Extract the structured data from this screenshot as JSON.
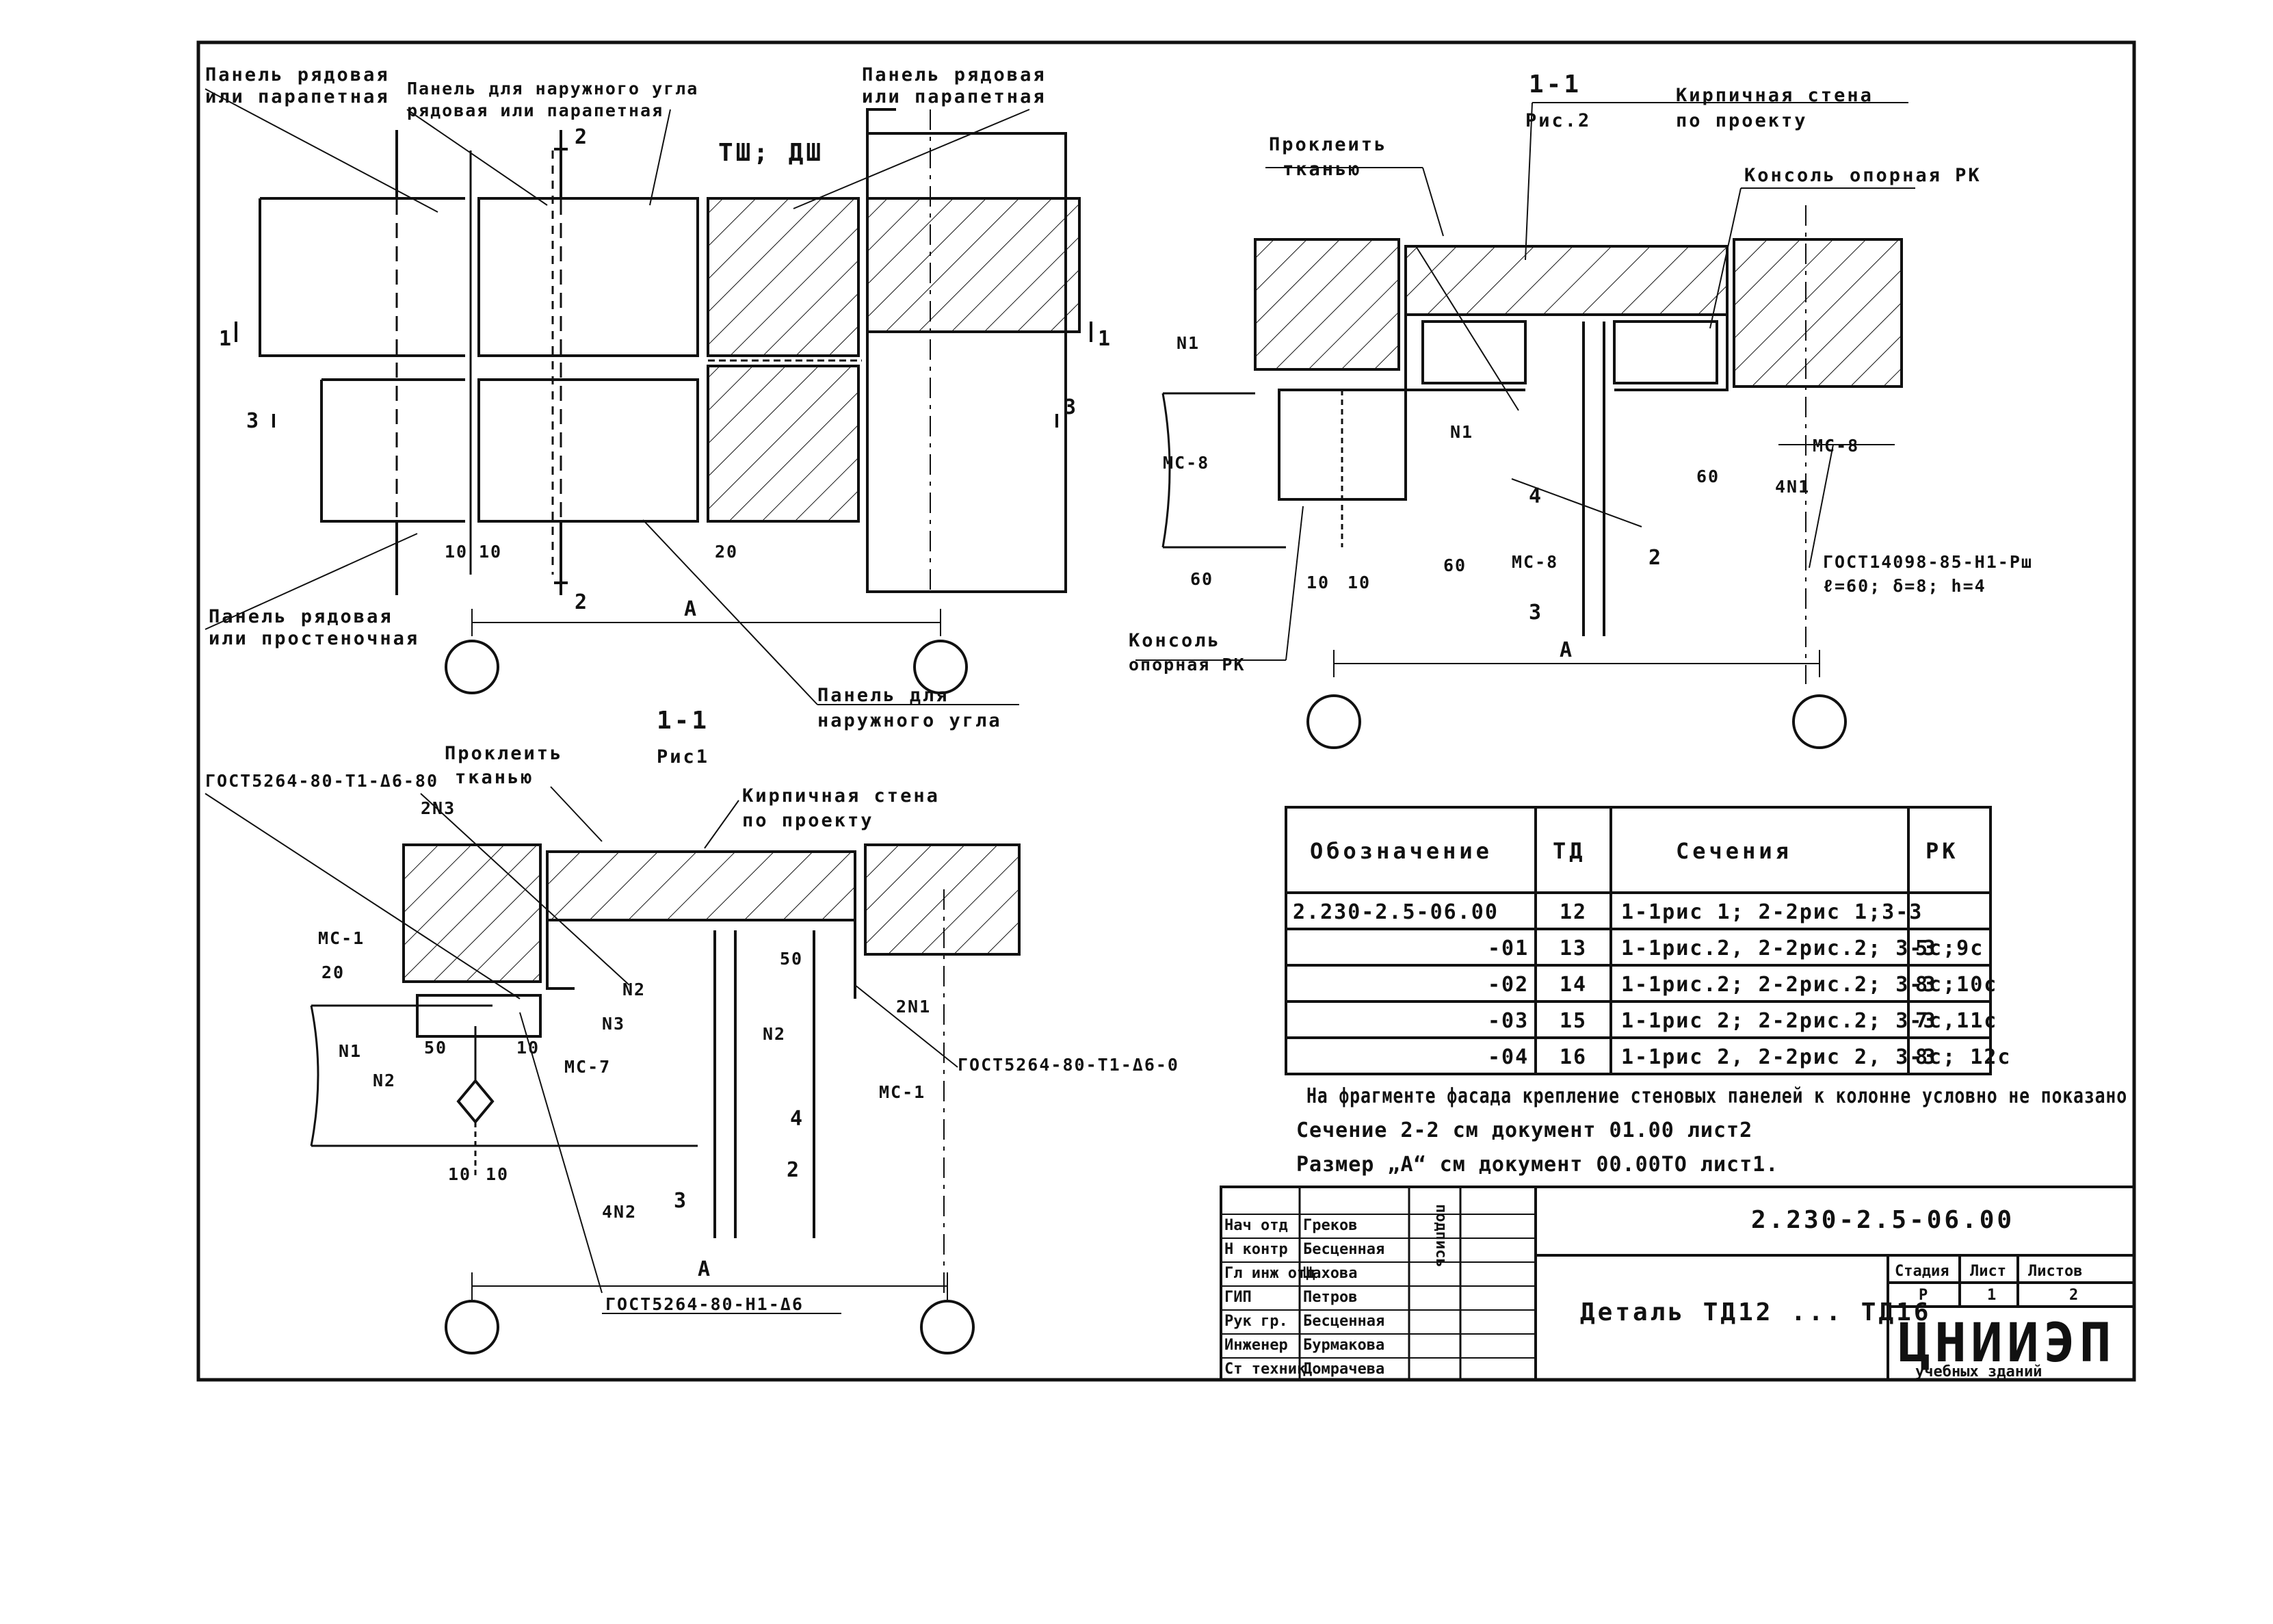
{
  "fig_top_left": {
    "label_panel_row_parapet_1": "Панель рядовая",
    "label_panel_row_parapet_2": "или парапетная",
    "label_panel_outer_corner_1": "Панель для наружного угла",
    "label_panel_outer_corner_2": "рядовая или парапетная",
    "label_panel_row_parapet_right_1": "Панель рядовая",
    "label_panel_row_parapet_right_2": "или парапетная",
    "label_tsh_dsh": "ТШ; ДШ",
    "label_panel_row_wall_1": "Панель рядовая",
    "label_panel_row_wall_2": "или простеночная",
    "label_panel_outer_corner_b_1": "Панель для",
    "label_panel_outer_corner_b_2": "наружного угла",
    "cut_1": "1",
    "cut_2": "2",
    "cut_3": "3",
    "dim_10a": "10",
    "dim_10b": "10",
    "dim_20": "20",
    "dim_A": "А"
  },
  "fig_top_right": {
    "section_title": "1-1",
    "section_sub": "Рис.2",
    "label_brick_wall_1": "Кирпичная стена",
    "label_brick_wall_2": "по проекту",
    "label_proklej_1": "Проклеить",
    "label_proklej_2": "тканью",
    "label_console_top": "Консоль опорная РК",
    "label_n1_left": "N1",
    "label_n1_mid": "N1",
    "label_mc8_left": "МС-8",
    "label_mc8_right": "МС-8",
    "label_mc8_bottom": "МС-8",
    "label_4n1": "4N1",
    "label_gost": "ГОСТ14098-85-Н1-Рш",
    "label_gost_params": "ℓ=60; δ=8; h=4",
    "label_60a": "60",
    "label_60b": "60",
    "label_60c": "60",
    "label_4": "4",
    "label_2": "2",
    "label_3": "3",
    "label_console_bottom_1": "Консоль",
    "label_console_bottom_2": "опорная РК",
    "dim_10a": "10",
    "dim_10b": "10",
    "dim_A": "А"
  },
  "fig_bottom_left": {
    "section_title": "1-1",
    "section_sub": "Рис1",
    "label_gost_top": "ГОСТ5264-80-Т1-Δ6-80",
    "label_2n3": "2N3",
    "label_proklej_1": "Проклеить",
    "label_proklej_2": "тканью",
    "label_brick_wall_1": "Кирпичная стена",
    "label_brick_wall_2": "по проекту",
    "label_mc1_left": "МС-1",
    "label_mc1_right": "МС-1",
    "label_mc7": "МС-7",
    "label_n1": "N1",
    "label_n2_left": "N2",
    "label_n2_mid": "N2",
    "label_n2_right": "N2",
    "label_n3": "N3",
    "label_2n1": "2N1",
    "label_4n2": "4N2",
    "label_gost_right": "ГОСТ5264-80-Т1-Δ6-0",
    "label_gost_bottom": "ГОСТ5264-80-Н1-Δ6",
    "label_20": "20",
    "label_50a": "50",
    "label_50b": "50",
    "label_10": "10",
    "label_4": "4",
    "label_2": "2",
    "label_3": "3",
    "dim_10a": "10",
    "dim_10b": "10",
    "dim_A": "А"
  },
  "table": {
    "headers": [
      "Обозначение",
      "ТД",
      "Сечения",
      "РК"
    ],
    "rows": [
      {
        "code": "2.230-2.5-06.00",
        "td": "12",
        "sections": "1-1рис 1; 2-2рис 1;3-3",
        "rk": ""
      },
      {
        "code": "-01",
        "td": "13",
        "sections": "1-1рис.2, 2-2рис.2; 3-3",
        "rk": "5с;9с"
      },
      {
        "code": "-02",
        "td": "14",
        "sections": "1-1рис.2; 2-2рис.2; 3-3",
        "rk": "8с;10с"
      },
      {
        "code": "-03",
        "td": "15",
        "sections": "1-1рис 2; 2-2рис.2; 3-3",
        "rk": "7с,11с"
      },
      {
        "code": "-04",
        "td": "16",
        "sections": "1-1рис 2, 2-2рис 2, 3-3",
        "rk": "8с; 12с"
      }
    ]
  },
  "notes": [
    "На фрагменте фасада крепление стеновых панелей к колонне условно не показано",
    "Сечение 2-2 см документ 01.00 лист2",
    "Размер „А“ см документ 00.00ТО лист1."
  ],
  "stamp": {
    "doc_code": "2.230-2.5-06.00",
    "title": "Деталь ТД12 ... ТД16",
    "stage_label": "Стадия",
    "sheet_label": "Лист",
    "sheets_label": "Листов",
    "stage": "Р",
    "sheet": "1",
    "sheets": "2",
    "org_logo": "ЦНИИЭП",
    "org_sub": "учебных зданий",
    "sign_header": "подпись",
    "people": [
      {
        "role": "Нач отд",
        "name": "Греков"
      },
      {
        "role": "Н контр",
        "name": "Бесценная"
      },
      {
        "role": "Гл инж отд",
        "name": "Шахова"
      },
      {
        "role": "ГИП",
        "name": "Петров"
      },
      {
        "role": "Рук гр.",
        "name": "Бесценная"
      },
      {
        "role": "Инженер",
        "name": "Бурмакова"
      },
      {
        "role": "Ст техник",
        "name": "Домрачева"
      }
    ]
  }
}
